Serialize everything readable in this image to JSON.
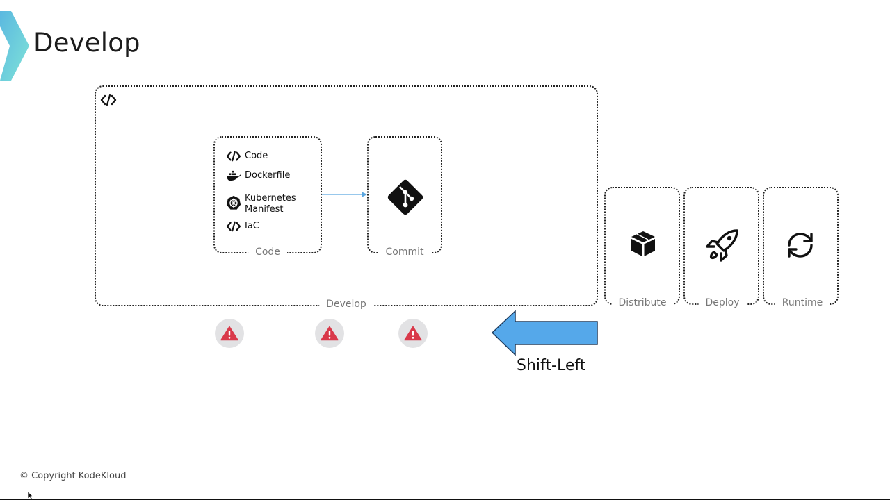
{
  "header": {
    "title": "Develop",
    "logo_icon": "chevron-logo-icon"
  },
  "develop_stage": {
    "icon": "code-brackets-icon",
    "label": "Develop",
    "code_box": {
      "label": "Code",
      "items": [
        {
          "icon": "code-brackets-icon",
          "label": "Code"
        },
        {
          "icon": "docker-whale-icon",
          "label": "Dockerfile"
        },
        {
          "icon": "kubernetes-helm-icon",
          "label_line1": "Kubernetes",
          "label_line2": "Manifest"
        },
        {
          "icon": "code-brackets-icon",
          "label": "IaC"
        }
      ]
    },
    "commit_box": {
      "label": "Commit",
      "icon": "git-icon"
    }
  },
  "pipeline_stages": [
    {
      "label": "Distribute",
      "icon": "package-box-icon"
    },
    {
      "label": "Deploy",
      "icon": "rocket-icon"
    },
    {
      "label": "Runtime",
      "icon": "refresh-cycle-icon"
    }
  ],
  "warnings": {
    "count": 3,
    "icon": "warning-triangle-icon",
    "color": "#d9394a"
  },
  "shift_left": {
    "label": "Shift-Left",
    "arrow_color": "#55a8ea"
  },
  "footer": {
    "copyright": "© Copyright KodeKloud"
  }
}
